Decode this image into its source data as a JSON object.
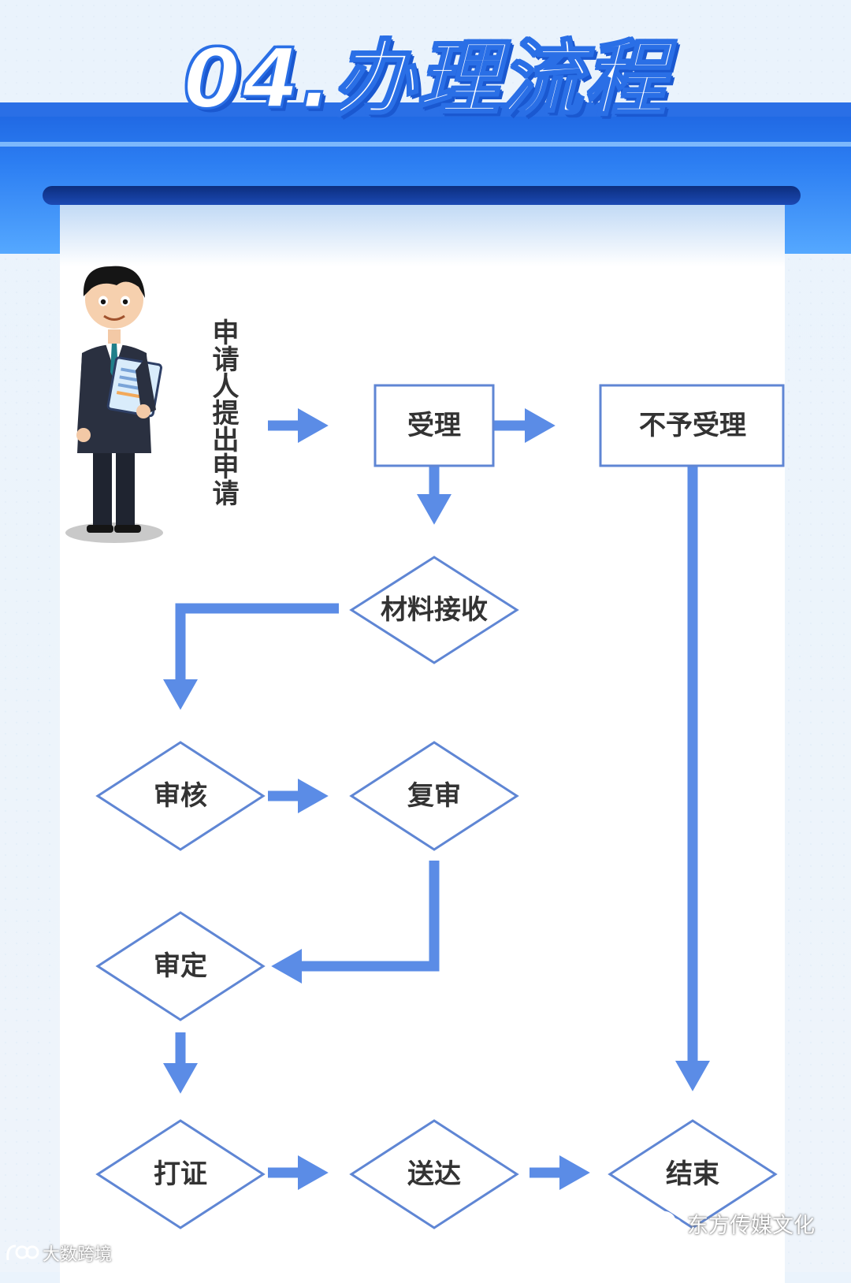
{
  "title": "04.办理流程",
  "applicant_label": "申请人提出申请",
  "nodes": {
    "accept": "受理",
    "reject": "不予受理",
    "material": "材料接收",
    "review": "审核",
    "recheck": "复审",
    "approve": "审定",
    "certificate": "打证",
    "deliver": "送达",
    "end": "结束"
  },
  "watermarks": {
    "right": "东方传媒文化",
    "left": "大数跨境"
  },
  "colors": {
    "arrow": "#5b8ce6",
    "node_border": "#5f86d4",
    "banner": "#2a6fe6"
  },
  "icons": [
    "applicant-figure-icon",
    "wechat-icon",
    "brand-logo-icon"
  ]
}
